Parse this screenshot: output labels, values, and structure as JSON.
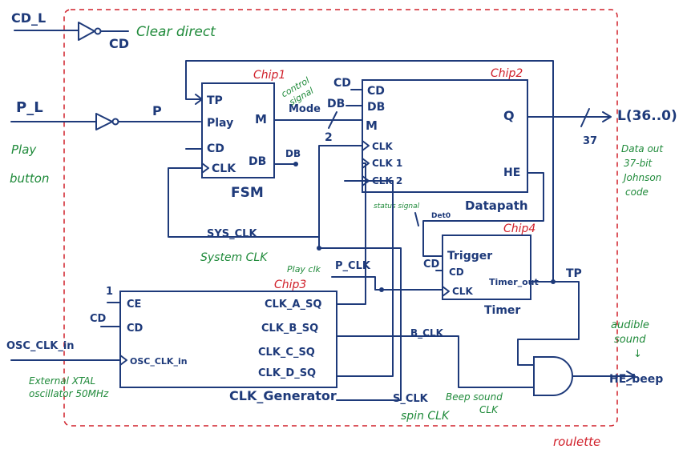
{
  "colors": {
    "wire": "#1e3a7a",
    "annotation": "#1f8a3a",
    "chip_label": "#d0202a",
    "boundary": "#d0202a"
  },
  "inputs": {
    "cd_l": "CD_L",
    "cd": "CD",
    "clear_direct": "Clear direct",
    "p_l": "P_L",
    "p": "P",
    "play": "Play",
    "button": "button",
    "osc_clk_in": "OSC_CLK_in",
    "xtal1": "External XTAL",
    "xtal2": "oscillator 50MHz"
  },
  "fsm": {
    "chip": "Chip1",
    "name": "FSM",
    "tp": "TP",
    "play": "Play",
    "cd": "CD",
    "clk": "CLK",
    "m": "M",
    "db": "DB",
    "db_out": "DB",
    "control1": "control",
    "control2": "signal",
    "mode": "Mode",
    "bus_width": "2"
  },
  "datapath": {
    "chip": "Chip2",
    "name": "Datapath",
    "cd_ext": "CD",
    "db_ext": "DB",
    "cd": "CD",
    "db": "DB",
    "m": "M",
    "clk": "CLK",
    "clk1": "CLK 1",
    "clk2": "CLK 2",
    "q": "Q",
    "he": "HE",
    "output": "L(36..0)",
    "width": "37",
    "data1": "Data out",
    "data2": "37-bit",
    "data3": "Johnson",
    "data4": "code"
  },
  "timer": {
    "chip": "Chip4",
    "name": "Timer",
    "trigger": "Trigger",
    "cd_ext": "CD",
    "cd": "CD",
    "clk": "CLK",
    "timer_out": "Timer_out",
    "tp": "TP",
    "status": "status signal",
    "det0": "Det0"
  },
  "clkgen": {
    "chip": "Chip3",
    "name": "CLK_Generator",
    "one": "1",
    "cd_ext": "CD",
    "ce": "CE",
    "cd": "CD",
    "osc": "OSC_CLK_in",
    "a": "CLK_A_SQ",
    "b": "CLK_B_SQ",
    "c": "CLK_C_SQ",
    "d": "CLK_D_SQ"
  },
  "signals": {
    "sys_clk": "SYS_CLK",
    "system_clk": "System CLK",
    "play_clk": "Play clk",
    "p_clk": "P_CLK",
    "b_clk": "B_CLK",
    "beep1": "Beep sound",
    "beep2": "CLK",
    "s_clk": "S_CLK",
    "spin_clk": "spin CLK",
    "he_beep": "HE_beep",
    "audible1": "audible",
    "audible2": "sound",
    "arrow": "↓",
    "roulette": "roulette"
  }
}
